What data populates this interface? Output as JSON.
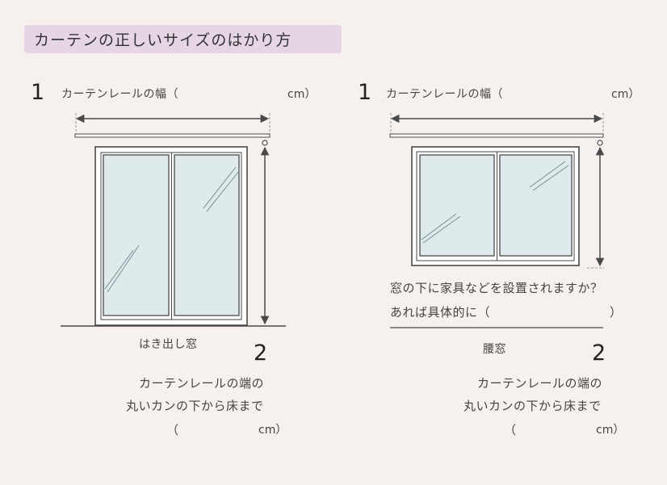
{
  "title": "カーテンの正しいサイズのはかり方",
  "left": {
    "step1_num": "1",
    "step1_label": "カーテンレールの幅（",
    "step1_unit": "cm）",
    "window_label": "はき出し窓",
    "step2_num": "2",
    "step2_line1": "カーテンレールの端の",
    "step2_line2": "丸いカンの下から床まで",
    "step2_open": "（",
    "step2_unit": "cm）"
  },
  "right": {
    "step1_num": "1",
    "step1_label": "カーテンレールの幅（",
    "step1_unit": "cm）",
    "question": "窓の下に家具などを設置されますか？",
    "answer_label": "あれば具体的に（",
    "answer_close": "）",
    "window_label": "腰窓",
    "step2_num": "2",
    "step2_line1": "カーテンレールの端の",
    "step2_line2": "丸いカンの下から床まで",
    "step2_open": "（",
    "step2_unit": "cm）"
  },
  "colors": {
    "background": "#f6f1ee",
    "title_badge": "#e5d5e5",
    "glass": "#dfeaec",
    "line": "#4a4a4a"
  }
}
